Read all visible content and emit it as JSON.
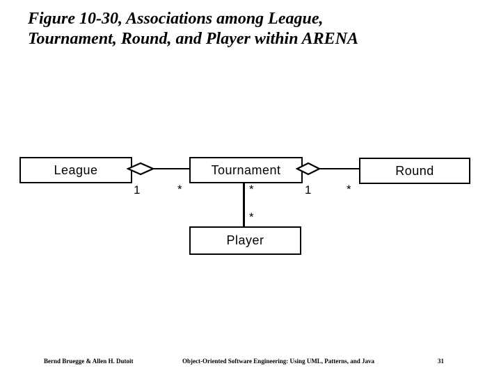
{
  "title": {
    "line1": "Figure 10-30, Associations among League,",
    "line2": "Tournament, Round, and Player within ARENA"
  },
  "diagram": {
    "type": "uml-class-diagram",
    "classes": [
      {
        "name": "League"
      },
      {
        "name": "Tournament"
      },
      {
        "name": "Round"
      },
      {
        "name": "Player"
      }
    ],
    "connectors": [
      {
        "from": "League",
        "to": "Tournament",
        "type": "aggregation",
        "diamond_at": "League",
        "from_multiplicity": "1",
        "to_multiplicity": "*"
      },
      {
        "from": "Tournament",
        "to": "Round",
        "type": "aggregation",
        "diamond_at": "Tournament",
        "from_multiplicity": "1",
        "to_multiplicity": "*"
      },
      {
        "from": "Tournament",
        "to": "Player",
        "type": "association",
        "from_multiplicity": "*",
        "to_multiplicity": "*"
      }
    ],
    "multiplicities": [
      {
        "value": "1",
        "position": "league-end"
      },
      {
        "value": "*",
        "position": "tournament-left-end"
      },
      {
        "value": "*",
        "position": "tournament-bottom-end"
      },
      {
        "value": "1",
        "position": "tournament-right-end"
      },
      {
        "value": "*",
        "position": "round-end"
      },
      {
        "value": "*",
        "position": "player-end"
      }
    ]
  },
  "footer": {
    "authors": "Bernd Bruegge & Allen H. Dutoit",
    "book_title": "Object-Oriented Software Engineering: Using UML, Patterns, and Java",
    "page_number": "31"
  },
  "colors": {
    "background": "#ffffff",
    "line": "#000000",
    "text": "#000000",
    "diamond_fill": "#ffffff"
  }
}
